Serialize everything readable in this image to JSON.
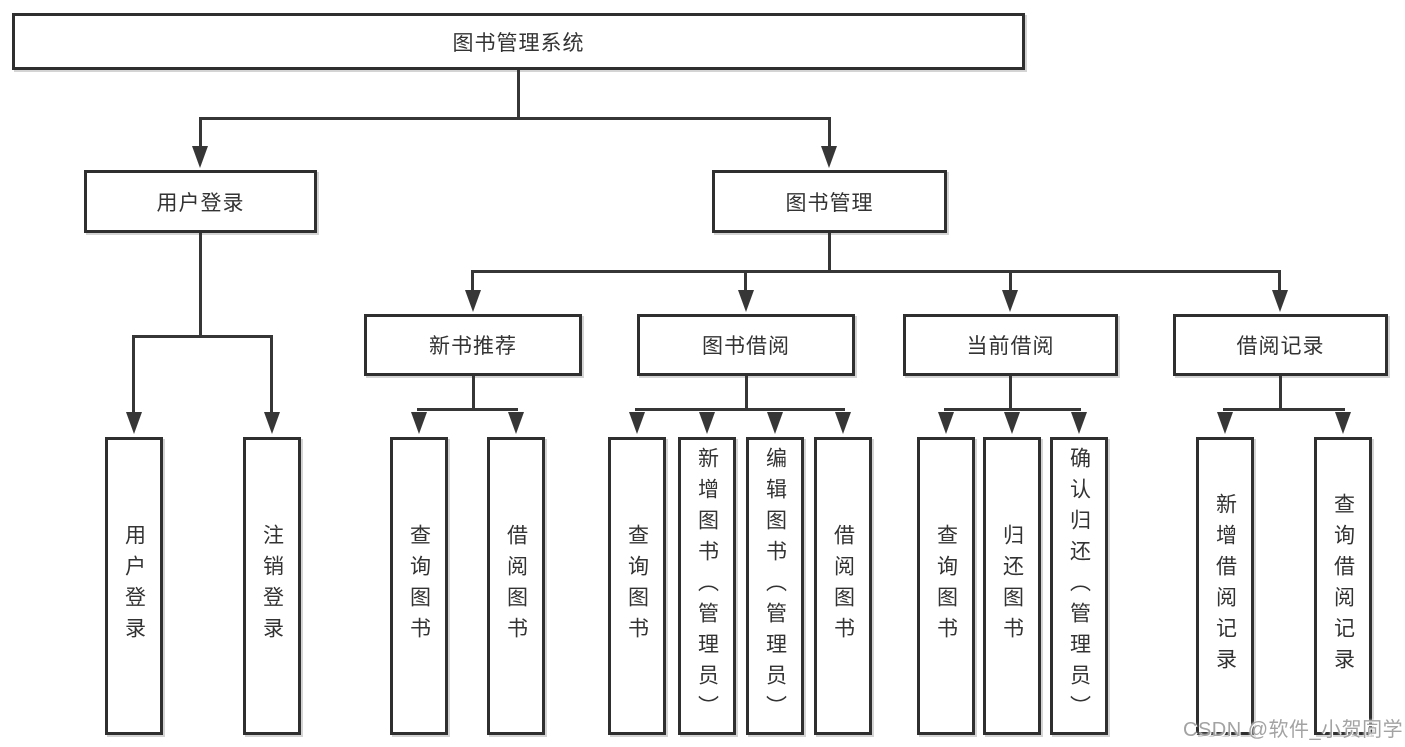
{
  "tree": {
    "label": "图书管理系统",
    "children": [
      {
        "label": "用户登录",
        "children": [
          {
            "label": "用户登录"
          },
          {
            "label": "注销登录"
          }
        ]
      },
      {
        "label": "图书管理",
        "children": [
          {
            "label": "新书推荐",
            "children": [
              {
                "label": "查询图书"
              },
              {
                "label": "借阅图书"
              }
            ]
          },
          {
            "label": "图书借阅",
            "children": [
              {
                "label": "查询图书"
              },
              {
                "label": "新增图书（管理员）"
              },
              {
                "label": "编辑图书（管理员）"
              },
              {
                "label": "借阅图书"
              }
            ]
          },
          {
            "label": "当前借阅",
            "children": [
              {
                "label": "查询图书"
              },
              {
                "label": "归还图书"
              },
              {
                "label": "确认归还（管理员）"
              }
            ]
          },
          {
            "label": "借阅记录",
            "children": [
              {
                "label": "新增借阅记录"
              },
              {
                "label": "查询借阅记录"
              }
            ]
          }
        ]
      }
    ]
  },
  "watermark": {
    "text": "CSDN @软件_小贺同学"
  },
  "colors": {
    "line": "#363636",
    "box_border": "#2f2f2f",
    "box_background": "#ffffff",
    "text": "#333333",
    "watermark": "#a3a3a3",
    "background": "#ffffff"
  }
}
